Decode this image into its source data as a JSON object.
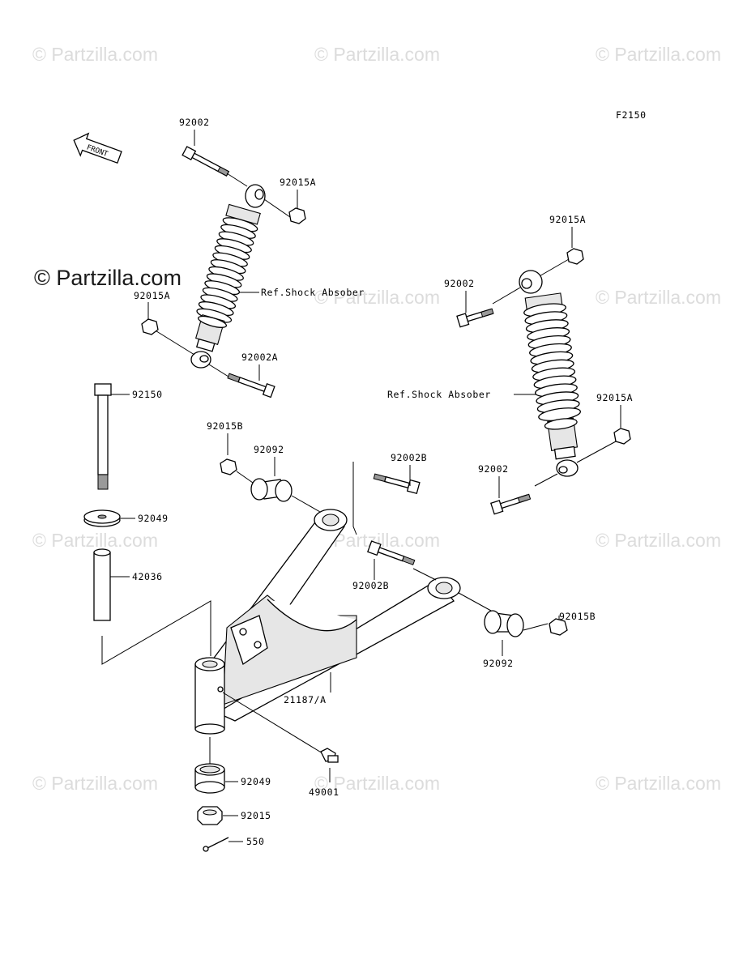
{
  "figure_code": "F2150",
  "front_arrow_label": "FRONT",
  "watermark_text": "© Partzilla.com",
  "watermark_main": "© Partzilla.com",
  "callouts": {
    "p92002_a": "92002",
    "p92015A_a": "92015A",
    "ref_shock_left": "Ref.Shock Absober",
    "p92015A_b": "92015A",
    "p92002A": "92002A",
    "p92150": "92150",
    "p92015B_a": "92015B",
    "p92092_a": "92092",
    "p92002B_a": "92002B",
    "p92049_a": "92049",
    "p42036": "42036",
    "p92002B_b": "92002B",
    "p21187A": "21187/A",
    "p92049_b": "92049",
    "p49001": "49001",
    "p92015": "92015",
    "p550": "550",
    "p92015A_c": "92015A",
    "p92002_b": "92002",
    "ref_shock_right": "Ref.Shock Absober",
    "p92015A_d": "92015A",
    "p92002_c": "92002",
    "p92015B_b": "92015B",
    "p92092_b": "92092"
  },
  "colors": {
    "ink": "#000000",
    "watermark": "#dcdcdc",
    "background": "#ffffff"
  }
}
